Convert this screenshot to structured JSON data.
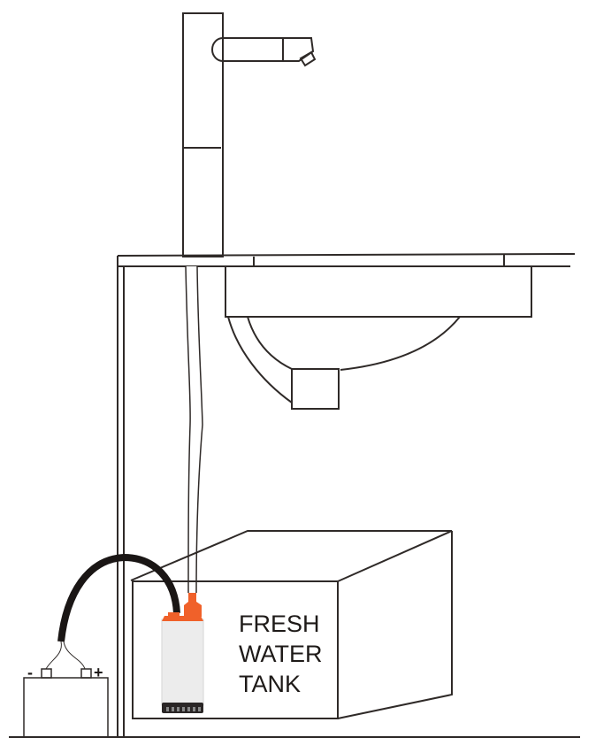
{
  "diagram": {
    "tank_label": [
      "FRESH",
      "WATER",
      "TANK"
    ],
    "battery": {
      "negative_sign": "-",
      "positive_sign": "+"
    },
    "colors": {
      "line": "#2f2a28",
      "pump_accent": "#f0612a",
      "pump_body": "#ececec",
      "cable": "#1a1615"
    }
  }
}
